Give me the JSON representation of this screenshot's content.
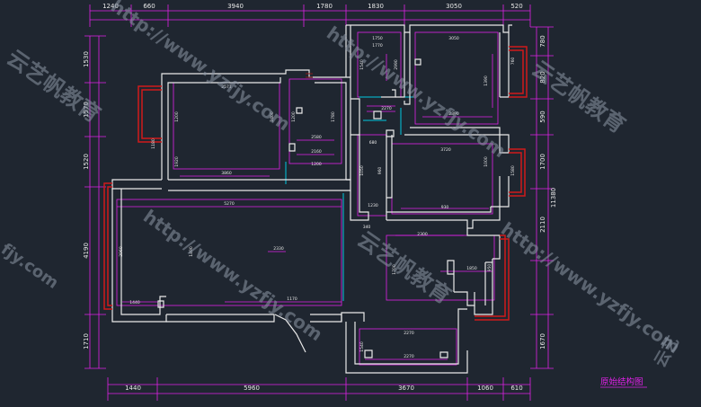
{
  "title": "原始结构图",
  "colors": {
    "background": "#1f2630",
    "wall": "#e9e9e9",
    "dimension": "#e021e8",
    "window": "#d01a1a",
    "accent": "#00c8e0",
    "watermark": "#8d97a6"
  },
  "top_dims": [
    "1240",
    "660",
    "3940",
    "1780",
    "1830",
    "3050",
    "520"
  ],
  "bottom_dims": [
    "1440",
    "5960",
    "3670",
    "1060",
    "610"
  ],
  "left_dims": [
    "1530",
    "1570",
    "1520",
    "4190",
    "1710"
  ],
  "right_dims": [
    "780",
    "820",
    "590",
    "1700",
    "2110",
    "1670"
  ],
  "right_total": "11380",
  "interior_dims": [
    "2571",
    "2400",
    "1200",
    "1920",
    "3860",
    "5270",
    "2330",
    "1170",
    "2960",
    "1440",
    "1490",
    "1200",
    "2580",
    "2160",
    "1780",
    "1200",
    "2270",
    "1750",
    "3050",
    "1770",
    "2990",
    "1540",
    "760",
    "2390",
    "1390",
    "3720",
    "1580",
    "1000",
    "680",
    "1050",
    "960",
    "1230",
    "930",
    "340",
    "2300",
    "1850",
    "950",
    "1700",
    "2270",
    "1540",
    "2270",
    "1180"
  ],
  "watermark": {
    "url": "http://www.yzfjy.com",
    "brand": "云艺帆教育",
    "partial": [
      "yzfjy",
      "fjy.com",
      "云艺"
    ]
  }
}
